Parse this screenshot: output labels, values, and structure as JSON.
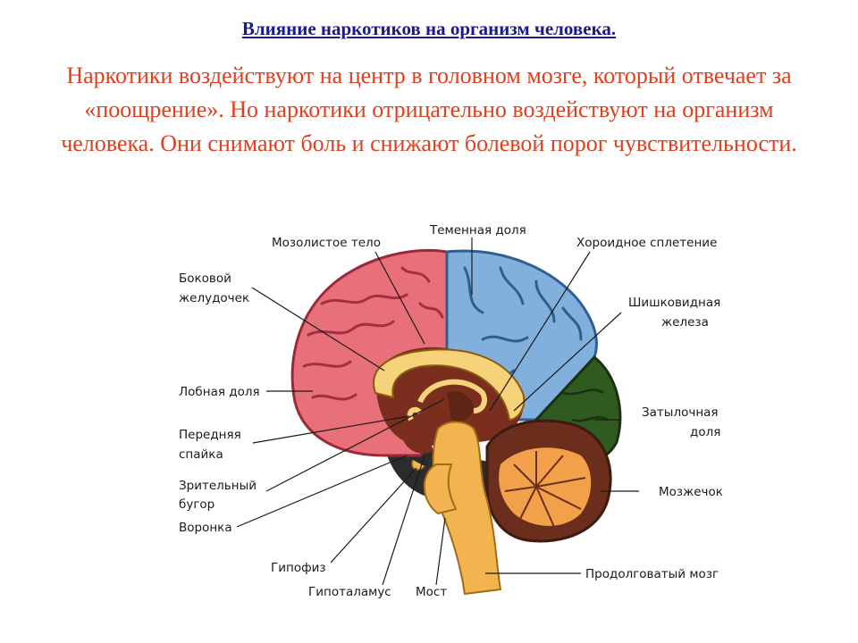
{
  "title": "Влияние наркотиков на организм человека.",
  "intro": "Наркотики воздействуют на центр в головном мозге, который отвечает за «поощрение». Но наркотики отрицательно воздействуют на организм человека. Они снимают боль и снижают болевой порог чувствительности.",
  "labels": {
    "corpus_callosum": "Мозолистое тело",
    "parietal_lobe": "Теменная доля",
    "choroid_plexus": "Хороидное сплетение",
    "lateral_ventricle_1": "Боковой",
    "lateral_ventricle_2": "желудочек",
    "pineal_1": "Шишковидная",
    "pineal_2": "железа",
    "frontal_lobe": "Лобная доля",
    "occipital_1": "Затылочная",
    "occipital_2": "доля",
    "anterior_commissure_1": "Передняя",
    "anterior_commissure_2": "спайка",
    "thalamus_1": "Зрительный",
    "thalamus_2": "бугор",
    "cerebellum": "Мозжечок",
    "infundibulum": "Воронка",
    "pituitary": "Гипофиз",
    "medulla": "Продолговатый мозг",
    "hypothalamus": "Гипоталамус",
    "pons": "Мост"
  },
  "colors": {
    "frontal": "#e8707a",
    "parietal": "#82b0dc",
    "occipital": "#2f5a20",
    "cerebellum_outer": "#6b2e1c",
    "cerebellum_inner": "#f2a04a",
    "core": "#7a2e1e",
    "corpus_callosum": "#f6d27a",
    "brainstem": "#f2b44e",
    "title": "#1a1a8c",
    "intro": "#e0401e"
  }
}
